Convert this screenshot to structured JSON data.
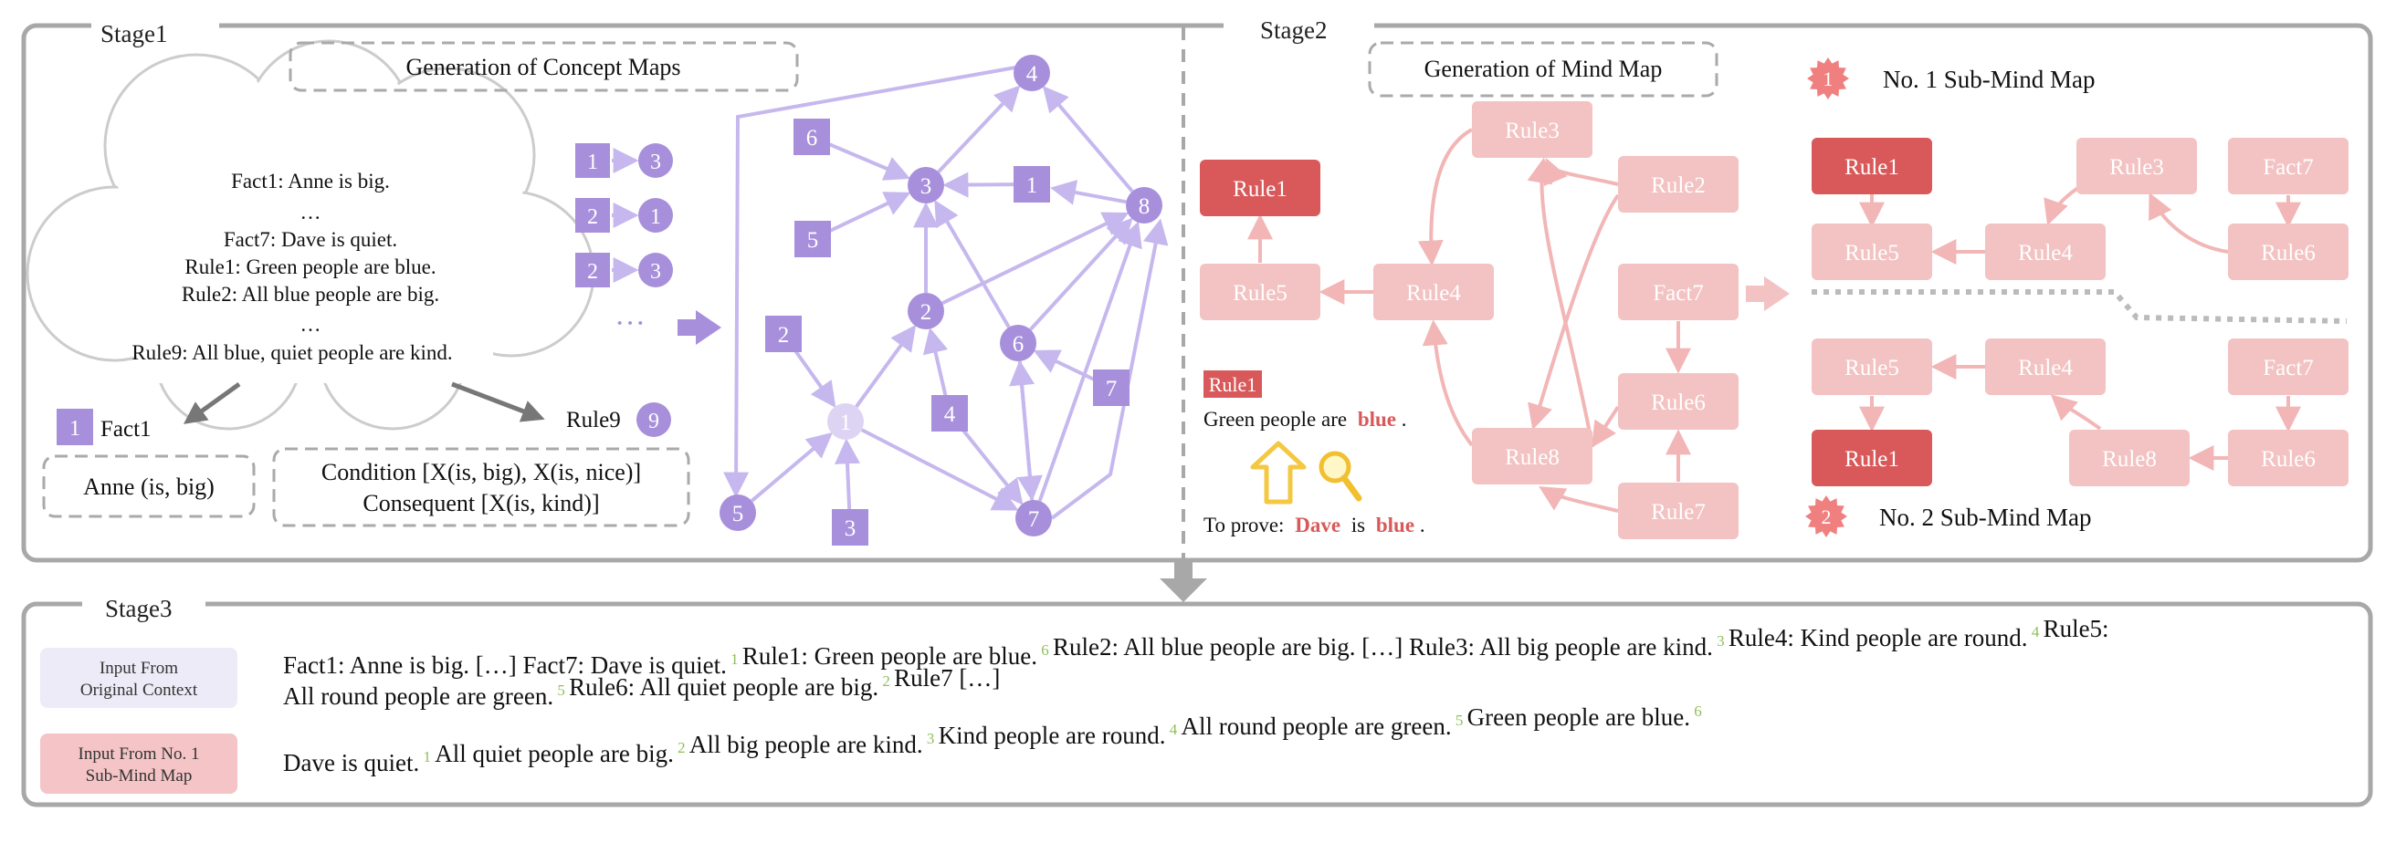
{
  "stage1": {
    "title": "Stage1",
    "concept_title": "Generation of Concept Maps",
    "cloud_lines": [
      "Fact1: Anne is big.",
      "…",
      "Fact7: Dave is quiet.",
      "Rule1: Green people are blue.",
      "Rule2: All blue people are big.",
      "…",
      "Rule9: All blue, quiet people are kind."
    ],
    "fact_num": "1",
    "fact_label": "Fact1",
    "fact_repr": "Anne (is, big)",
    "rule_label": "Rule9",
    "rule_num": "9",
    "rule_repr_1": "Condition [X(is, big), X(is, nice)]",
    "rule_repr_2": "Consequent [X(is, kind)]",
    "pairs": [
      [
        "1",
        "3"
      ],
      [
        "2",
        "1"
      ],
      [
        "2",
        "3"
      ]
    ],
    "ellipsis": "···",
    "graph_nodes": [
      "1",
      "2",
      "3",
      "4",
      "5",
      "6",
      "7",
      "8"
    ],
    "graph_facts": [
      "1",
      "2",
      "3",
      "4",
      "5",
      "6",
      "7"
    ]
  },
  "stage2": {
    "title": "Stage2",
    "mind_title": "Generation of Mind Map",
    "nodes": {
      "rule1": "Rule1",
      "rule2": "Rule2",
      "rule3": "Rule3",
      "rule4": "Rule4",
      "rule5": "Rule5",
      "rule6": "Rule6",
      "rule7": "Rule7",
      "rule8": "Rule8",
      "fact7": "Fact7"
    },
    "legend_tag": "Rule1",
    "legend_text": "Green people are",
    "legend_blue": "blue",
    "legend_period": ".",
    "prove_prefix": "To prove:",
    "prove_dave": "Dave",
    "prove_is": "is",
    "prove_blue": "blue",
    "prove_period": ".",
    "sub1_num": "1",
    "sub1_title": "No. 1 Sub-Mind Map",
    "sub2_num": "2",
    "sub2_title": "No. 2 Sub-Mind Map"
  },
  "stage3": {
    "title": "Stage3",
    "label1": "Input From\nOriginal Context",
    "label2": "Input From No. 1\nSub-Mind Map",
    "text1_parts": [
      [
        "Fact1: Anne is big. […] Fact7: Dave is quiet.",
        "1"
      ],
      [
        " Rule1: Green people are blue.",
        "6"
      ],
      [
        "  Rule2: All blue people are big. […] Rule3: All big people are kind.",
        "3"
      ],
      [
        "Rule4: Kind people are round.",
        "4"
      ],
      [
        "Rule5:",
        ""
      ]
    ],
    "text1_line2": [
      [
        "All round people are green.",
        "5"
      ],
      [
        "Rule6: All quiet people are big.",
        "2"
      ],
      [
        "Rule7 […]",
        ""
      ]
    ],
    "text2_parts": [
      [
        "Dave is quiet.",
        "1"
      ],
      [
        " All quiet people are big.",
        "2"
      ],
      [
        "  All big people are kind.",
        "3"
      ],
      [
        "Kind people are round.",
        "4"
      ],
      [
        " All round people are green.",
        "5"
      ],
      [
        " Green people are blue.",
        "6"
      ]
    ]
  },
  "colors": {
    "purple": "#a78fdb",
    "purple_light": "#ddd4f4",
    "purple_edge": "#c6b8ee",
    "red_dark": "#d9595a",
    "red_light": "#f3c2c2",
    "red_edge": "#f2b6b6",
    "gray": "#9a9a9a",
    "green": "#8fbf5a",
    "stage3_box1": "#ecebf7",
    "stage3_box2": "#f4c4c6"
  }
}
